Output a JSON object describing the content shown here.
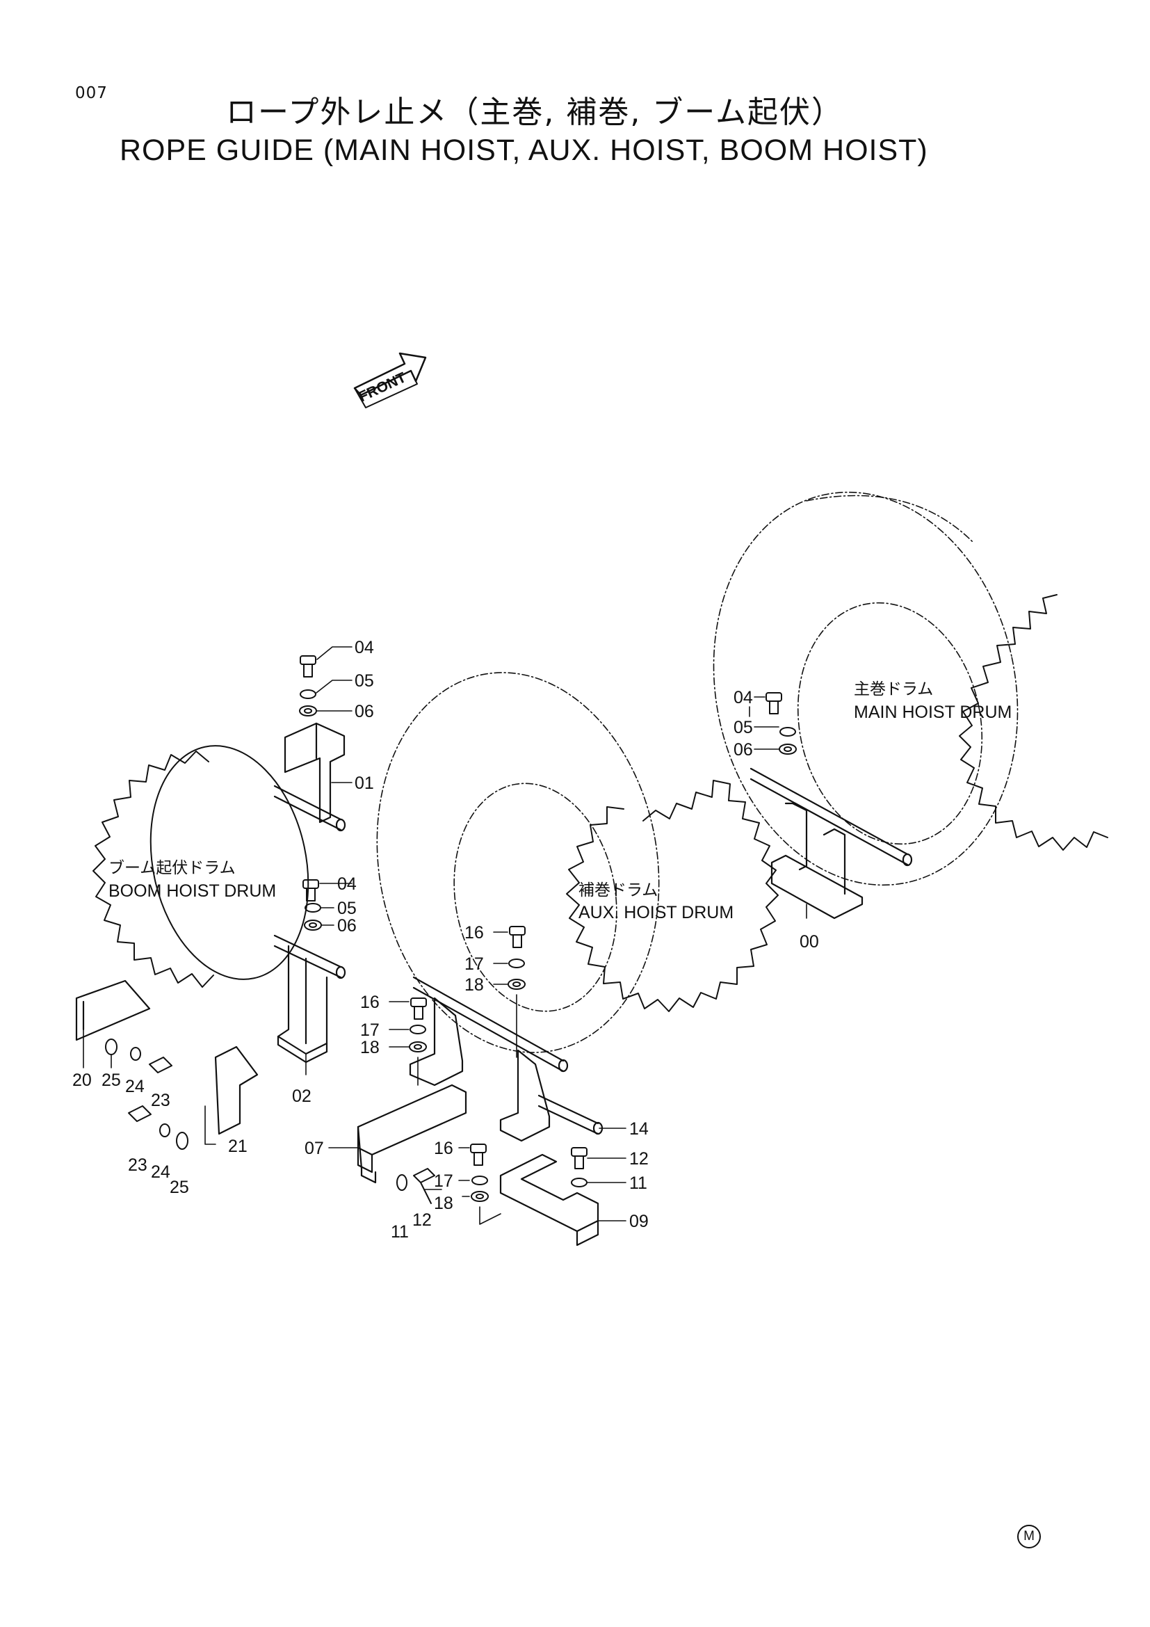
{
  "header": {
    "page_number": "007",
    "title_jp": "ロープ外レ止メ（主巻, 補巻, ブーム起伏）",
    "title_en": "ROPE GUIDE (MAIN HOIST, AUX. HOIST, BOOM HOIST)"
  },
  "front_arrow": {
    "label": "FRONT"
  },
  "drums": {
    "main": {
      "jp": "主巻ドラム",
      "en": "MAIN HOIST DRUM"
    },
    "aux": {
      "jp": "補巻ドラム",
      "en": "AUX. HOIST DRUM"
    },
    "boom": {
      "jp": "ブーム起伏ドラム",
      "en": "BOOM HOIST DRUM"
    }
  },
  "callouts": {
    "p04_top": "04",
    "p05_top": "05",
    "p06_top": "06",
    "p01": "01",
    "p04_mid": "04",
    "p05_mid": "05",
    "p06_mid": "06",
    "p02": "02",
    "p04_main": "04",
    "p05_main": "05",
    "p06_main": "06",
    "p00": "00",
    "p16_a": "16",
    "p17_a": "17",
    "p18_a": "18",
    "p16_b": "16",
    "p17_b": "17",
    "p18_b": "18",
    "p16_c": "16",
    "p17_c": "17",
    "p18_c": "18",
    "p14": "14",
    "p12_r": "12",
    "p11_r": "11",
    "p09": "09",
    "p07": "07",
    "p11_l": "11",
    "p12_l": "12",
    "p20": "20",
    "p25_a": "25",
    "p24_a": "24",
    "p23_a": "23",
    "p23_b": "23",
    "p24_b": "24",
    "p25_b": "25",
    "p21": "21"
  },
  "footer": {
    "mark": "M"
  }
}
